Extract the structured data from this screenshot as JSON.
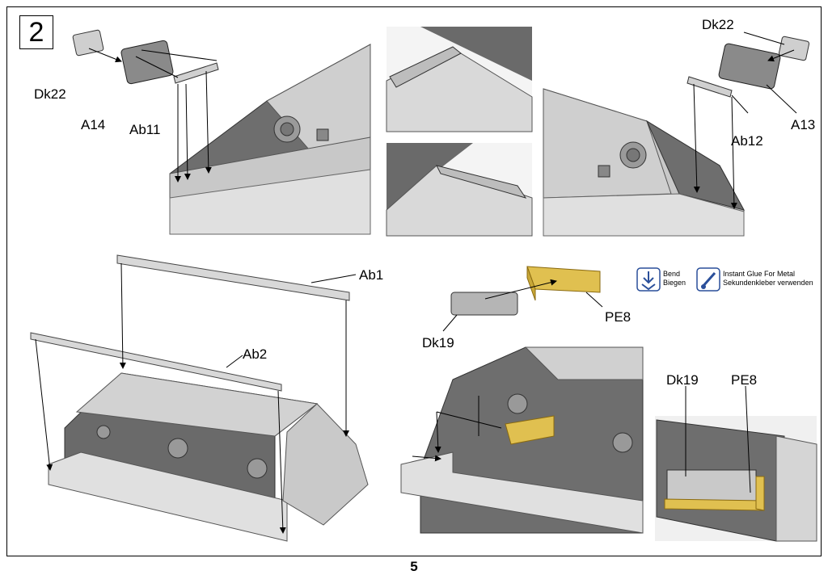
{
  "step_number": "2",
  "page_number": "5",
  "labels": {
    "dk22_left": "Dk22",
    "a14": "A14",
    "ab11": "Ab11",
    "dk22_right": "Dk22",
    "ab12": "Ab12",
    "a13": "A13",
    "ab1": "Ab1",
    "ab2": "Ab2",
    "pe8": "PE8",
    "dk19": "Dk19",
    "dk19_detail": "Dk19",
    "pe8_detail": "PE8"
  },
  "legend": {
    "bend_en": "Bend",
    "bend_de": "Biegen",
    "glue_en": "Instant Glue For Metal",
    "glue_de": "Sekundenkleber verwenden"
  },
  "colors": {
    "hull_dark": "#6e6e6e",
    "hull_light": "#d4d4d4",
    "photo_etch": "#e0c050",
    "legend_blue": "#2a4f9a"
  }
}
